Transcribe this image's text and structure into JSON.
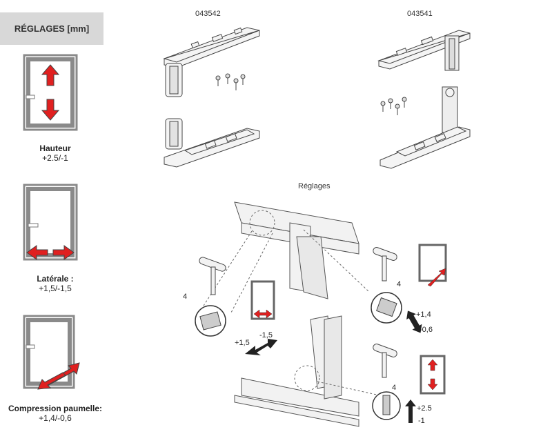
{
  "sidebar": {
    "header": "RÉGLAGES [mm]",
    "items": [
      {
        "title": "Hauteur",
        "value": "+2.5/-1",
        "icon": "window-height-arrows-icon"
      },
      {
        "title": "Latérale :",
        "value": "+1,5/-1,5",
        "icon": "window-lateral-arrows-icon"
      },
      {
        "title": "Compression paumelle:",
        "value": "+1,4/-0,6",
        "icon": "window-compression-arrows-icon"
      }
    ]
  },
  "references": {
    "left": "043542",
    "right": "043541"
  },
  "adjustments_title": "Réglages",
  "diagram_labels": {
    "dim_4": "4",
    "compression_plus": "+1,4",
    "compression_minus": "-0,6",
    "lateral_plus": "+1,5",
    "lateral_minus": "-1,5",
    "height_plus": "+2.5",
    "height_minus": "-1"
  },
  "colors": {
    "accent_red": "#e02020",
    "frame_gray": "#9a9a9a",
    "header_bg": "#d8d8d8"
  }
}
